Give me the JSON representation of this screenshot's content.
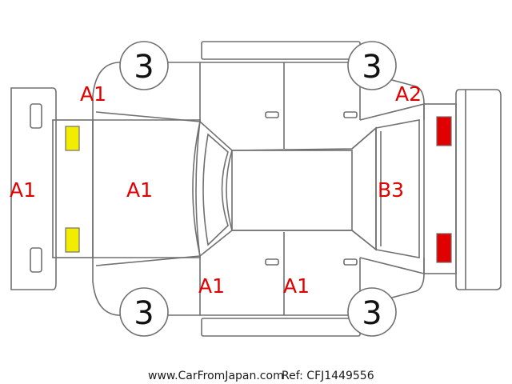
{
  "colors": {
    "outline": "#707070",
    "damage_code": "#e00000",
    "front_lamp": "#f2ec00",
    "rear_lamp": "#e00000"
  },
  "tires": {
    "front_left": "3",
    "rear_left": "3",
    "front_right": "3",
    "rear_right": "3"
  },
  "damage_codes": {
    "front_bumper": "A1",
    "hood": "A1",
    "front_left_fender": "A1",
    "rear_left_fender": "A2",
    "tailgate": "B3",
    "front_right_door": "A1",
    "rear_right_door": "A1"
  },
  "footer": {
    "site": "www.CarFromJapan.com",
    "ref": "Ref: CFJ1449556"
  }
}
